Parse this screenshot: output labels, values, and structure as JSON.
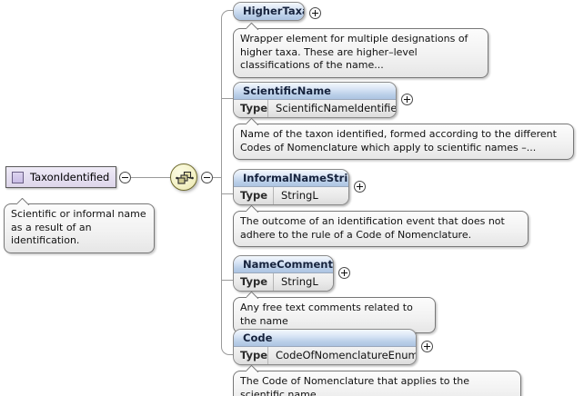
{
  "diagram": {
    "type": "xml-schema-element-diagram",
    "root": {
      "name": "TaxonIdentified",
      "icon": "element-square-icon",
      "annotation": "Scientific or informal name as a result of an identification.",
      "collapse_toggle": "minus"
    },
    "compositor": {
      "kind": "sequence",
      "icon": "sequence-icon",
      "collapse_toggle": "minus"
    },
    "type_label": "Type",
    "children": [
      {
        "name": "HigherTaxa",
        "has_type_row": false,
        "type": "",
        "expand_toggle": "plus",
        "annotation": "Wrapper element for multiple designations of higher taxa. These are higher–level classifications of the name..."
      },
      {
        "name": "ScientificName",
        "has_type_row": true,
        "type": "ScientificNameIdentified",
        "expand_toggle": "plus",
        "annotation": "Name of the taxon identified, formed according to the different Codes of Nomenclature which apply to scientific names –..."
      },
      {
        "name": "InformalNameString",
        "has_type_row": true,
        "type": "StringL",
        "expand_toggle": "plus",
        "annotation": "The outcome of an identification event that does not adhere to the rule of a Code of Nomenclature."
      },
      {
        "name": "NameComments",
        "has_type_row": true,
        "type": "StringL",
        "expand_toggle": "plus",
        "annotation": "Any free text comments related to the name"
      },
      {
        "name": "Code",
        "has_type_row": true,
        "type": "CodeOfNomenclatureEnum",
        "expand_toggle": "plus",
        "annotation": "The Code of Nomenclature that applies to the scientific name."
      }
    ],
    "colors": {
      "root_fill": "#e4def0",
      "node_header": "#b9cee8",
      "node_body": "#e8e8e8",
      "sequence_fill": "#f4f2c8",
      "bubble_fill": "#f2f2f2",
      "line": "#9a9a9a",
      "canvas": "#ffffff"
    }
  }
}
